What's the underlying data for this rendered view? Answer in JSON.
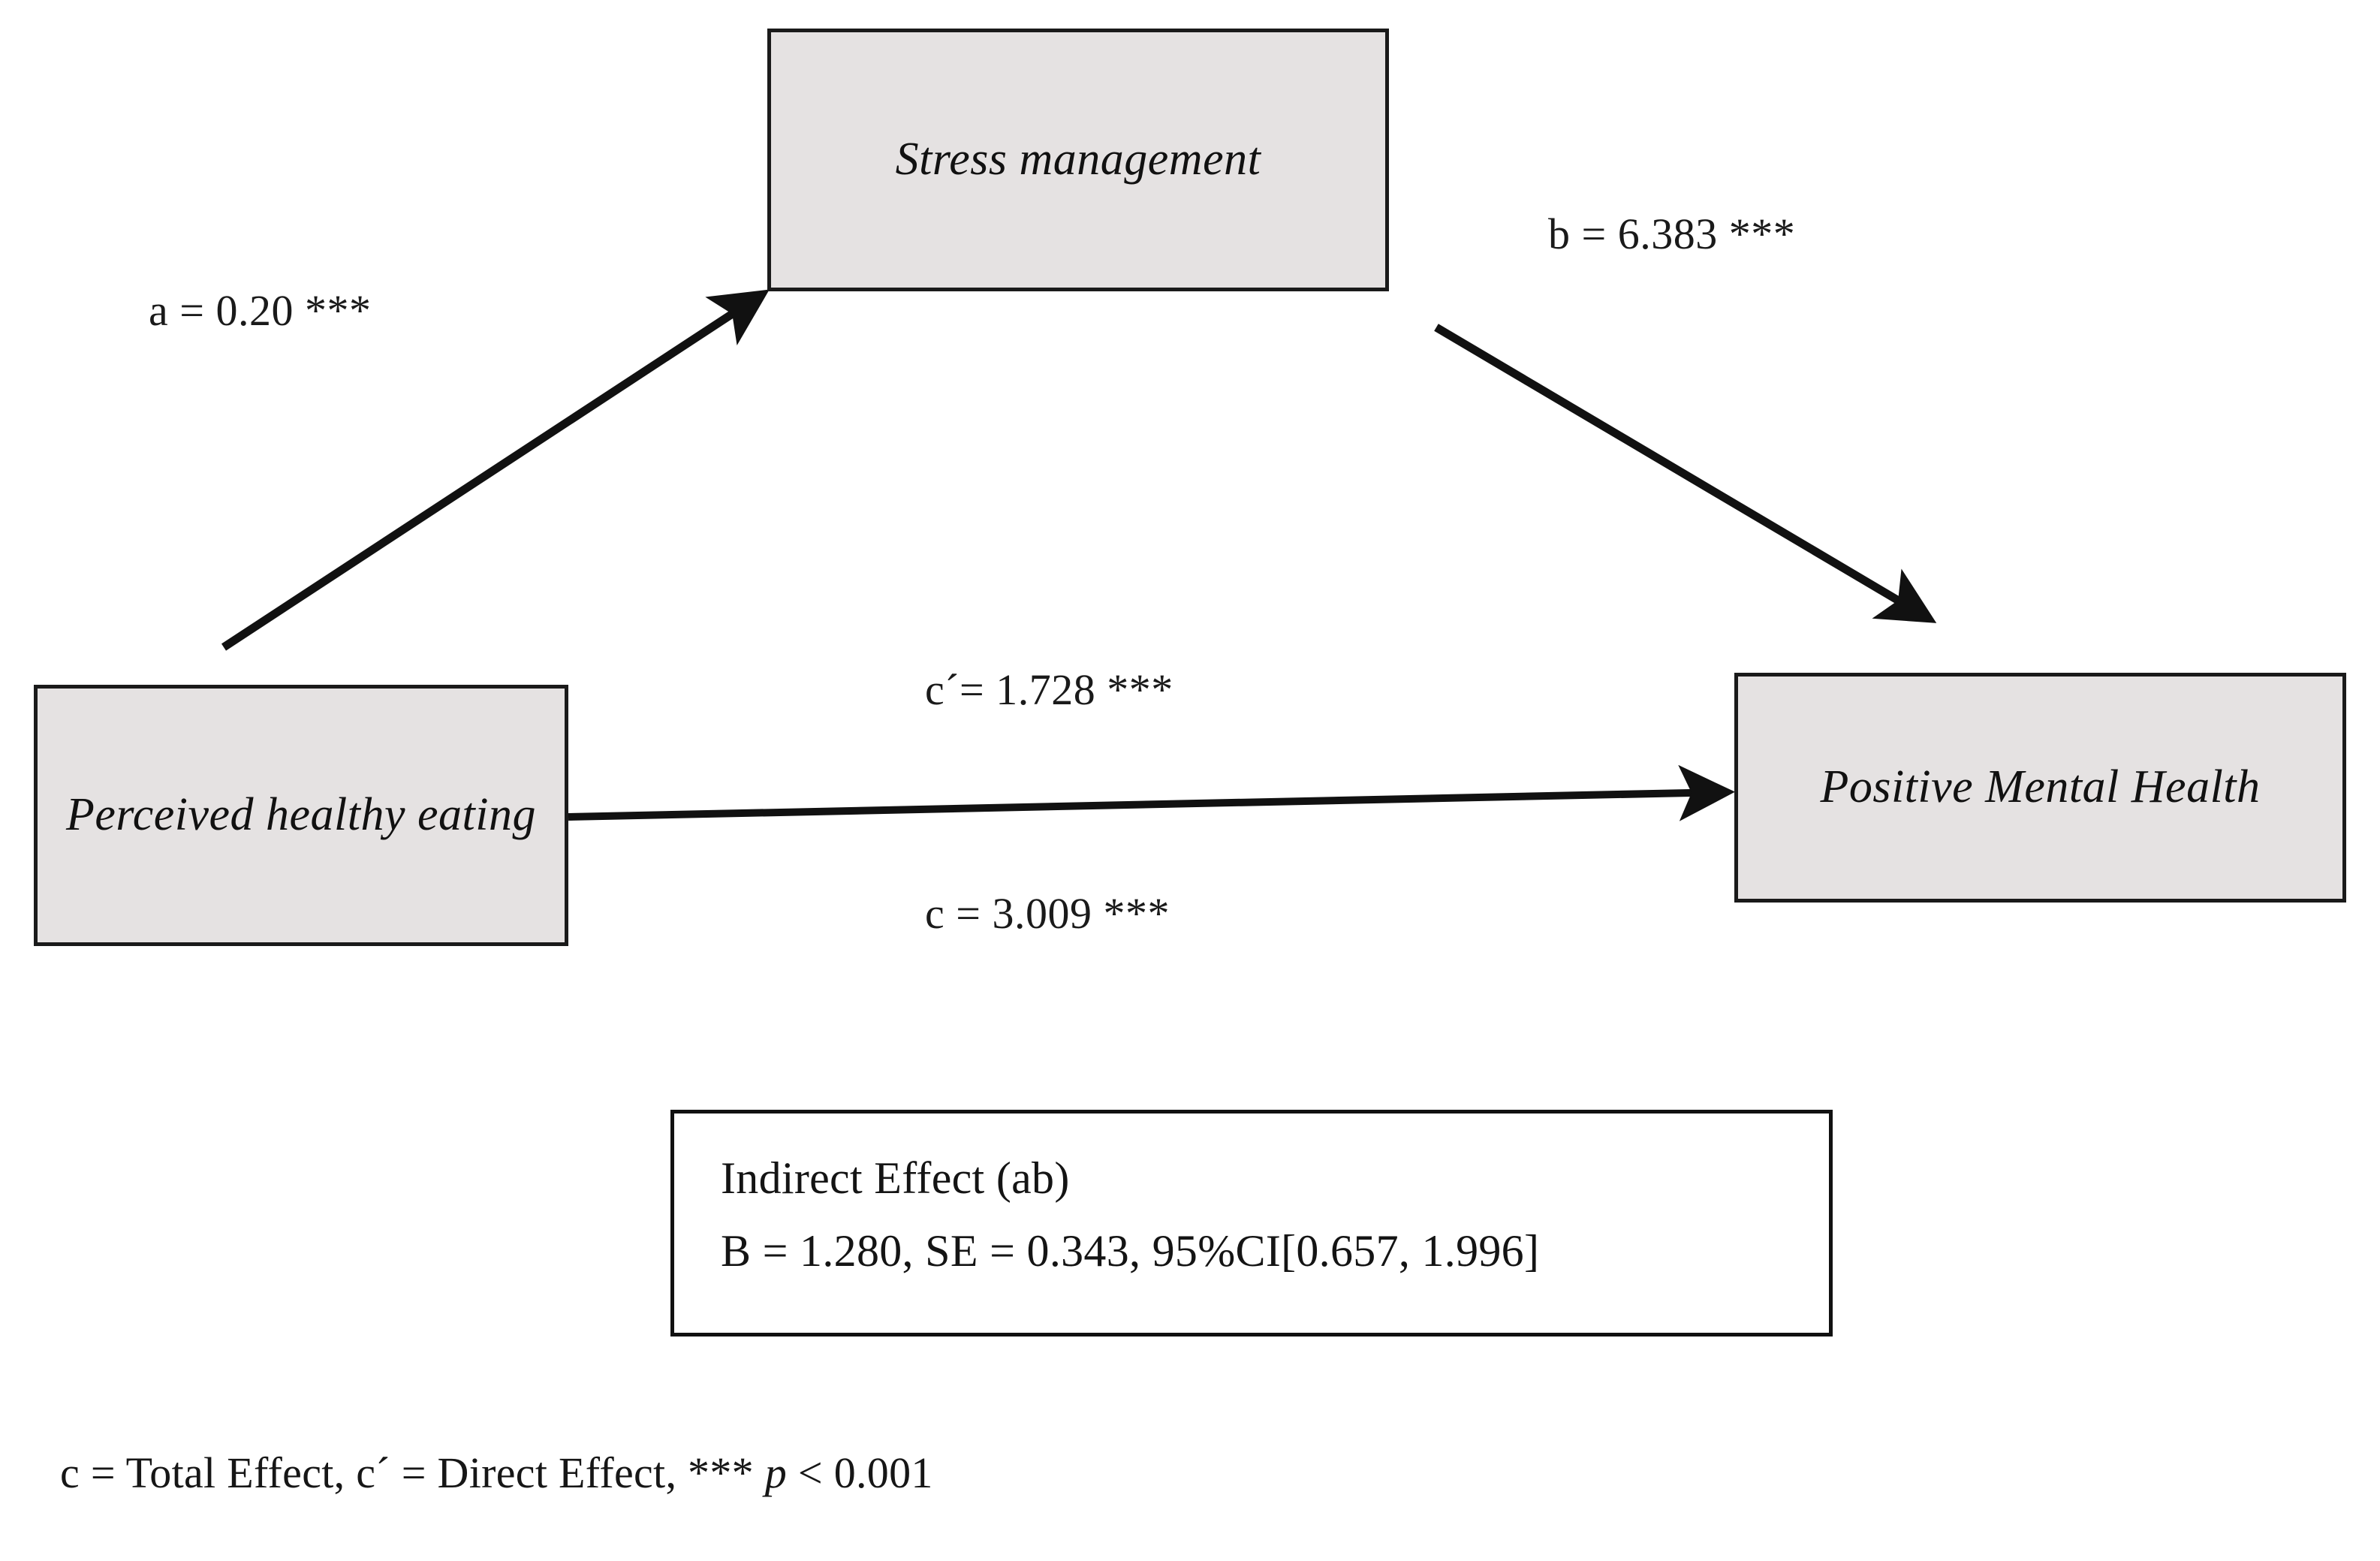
{
  "figure": {
    "type": "mediation-path-diagram",
    "nodes": {
      "predictor": "Perceived healthy eating",
      "mediator": "Stress management",
      "outcome": "Positive Mental Health"
    },
    "paths": {
      "a": "a = 0.20 ***",
      "b": "b = 6.383 ***",
      "c_prime": "c´= 1.728 ***",
      "c_total": "c = 3.009 ***"
    },
    "effect_box": {
      "line1": "Indirect Effect (ab)",
      "line2": "B = 1.280, SE = 0.343, 95%CI[0.657, 1.996]"
    },
    "footnote": {
      "part1": "c = Total Effect, c´ = Direct Effect, *** ",
      "italic": "p",
      "part2": " < 0.001"
    },
    "colors": {
      "node_fill": "#e5e2e2",
      "node_border": "#1a1a1a",
      "arrow": "#111111",
      "background": "#ffffff",
      "text": "#141414"
    }
  },
  "chart_data": {
    "type": "diagram",
    "title": "",
    "model": "simple mediation",
    "variables": {
      "X": "Perceived healthy eating",
      "M": "Stress management",
      "Y": "Positive Mental Health"
    },
    "coefficients": [
      {
        "path": "a",
        "from": "Perceived healthy eating",
        "to": "Stress management",
        "estimate": 0.2,
        "significance": "***",
        "label": "a = 0.20 ***"
      },
      {
        "path": "b",
        "from": "Stress management",
        "to": "Positive Mental Health",
        "estimate": 6.383,
        "significance": "***",
        "label": "b = 6.383 ***"
      },
      {
        "path": "c'",
        "from": "Perceived healthy eating",
        "to": "Positive Mental Health",
        "estimate": 1.728,
        "significance": "***",
        "label": "c´= 1.728 ***",
        "meaning": "Direct Effect"
      },
      {
        "path": "c",
        "from": "Perceived healthy eating",
        "to": "Positive Mental Health",
        "estimate": 3.009,
        "significance": "***",
        "label": "c = 3.009 ***",
        "meaning": "Total Effect"
      }
    ],
    "indirect_effect": {
      "label": "Indirect Effect (ab)",
      "B": 1.28,
      "SE": 0.343,
      "ci_level": "95%",
      "ci_lower": 0.657,
      "ci_upper": 1.996
    },
    "notes": "c = Total Effect, c´ = Direct Effect, *** p < 0.001"
  }
}
